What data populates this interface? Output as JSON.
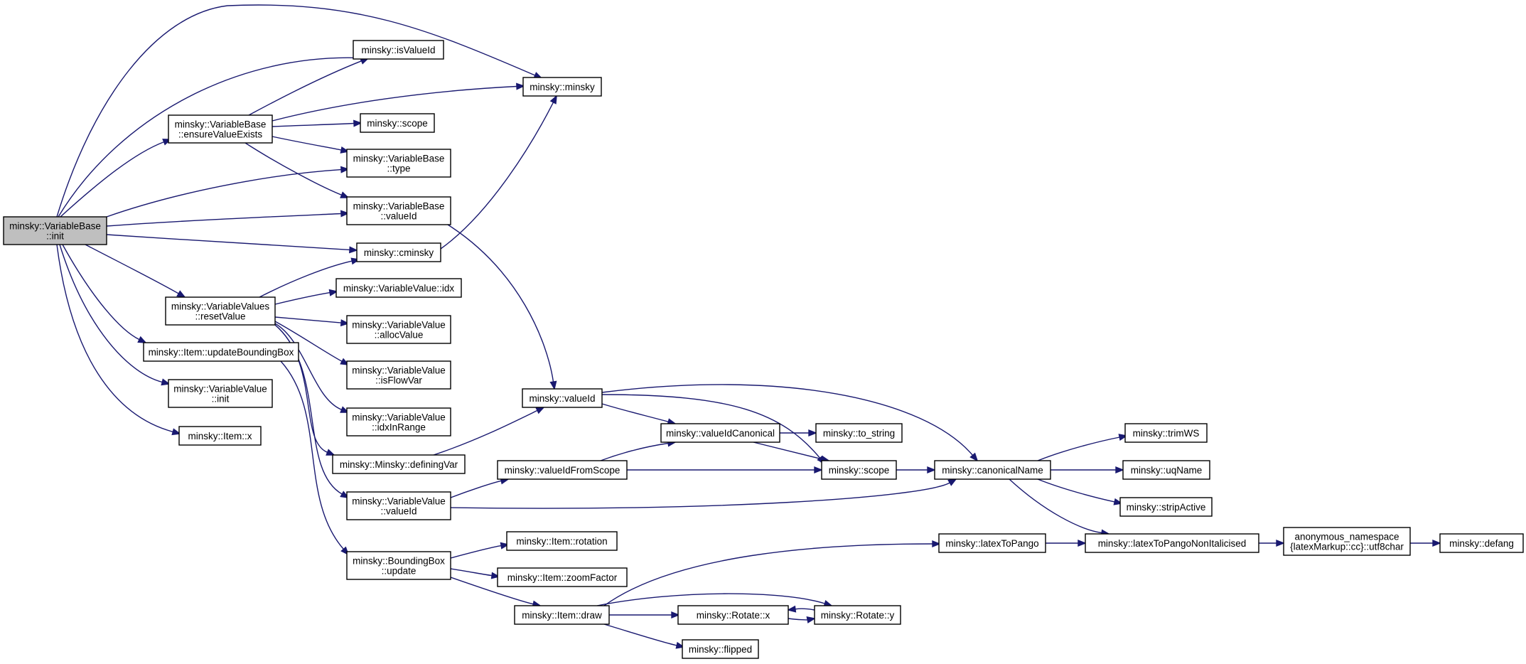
{
  "nodes": [
    {
      "id": "n_init",
      "lines": [
        "minsky::VariableBase",
        "::init"
      ],
      "root": true
    },
    {
      "id": "n_ensure",
      "lines": [
        "minsky::VariableBase",
        "::ensureValueExists"
      ]
    },
    {
      "id": "n_isValueId",
      "lines": [
        "minsky::isValueId"
      ]
    },
    {
      "id": "n_minsky",
      "lines": [
        "minsky::minsky"
      ]
    },
    {
      "id": "n_scope1",
      "lines": [
        "minsky::scope"
      ]
    },
    {
      "id": "n_vbtype",
      "lines": [
        "minsky::VariableBase",
        "::type"
      ]
    },
    {
      "id": "n_vbvalueId",
      "lines": [
        "minsky::VariableBase",
        "::valueId"
      ]
    },
    {
      "id": "n_cminsky",
      "lines": [
        "minsky::cminsky"
      ]
    },
    {
      "id": "n_reset",
      "lines": [
        "minsky::VariableValues",
        "::resetValue"
      ]
    },
    {
      "id": "n_idx",
      "lines": [
        "minsky::VariableValue::idx"
      ]
    },
    {
      "id": "n_alloc",
      "lines": [
        "minsky::VariableValue",
        "::allocValue"
      ]
    },
    {
      "id": "n_updBB",
      "lines": [
        "minsky::Item::updateBoundingBox"
      ]
    },
    {
      "id": "n_isFlow",
      "lines": [
        "minsky::VariableValue",
        "::isFlowVar"
      ]
    },
    {
      "id": "n_vvinit",
      "lines": [
        "minsky::VariableValue",
        "::init"
      ]
    },
    {
      "id": "n_idxRange",
      "lines": [
        "minsky::VariableValue",
        "::idxInRange"
      ]
    },
    {
      "id": "n_itemx",
      "lines": [
        "minsky::Item::x"
      ]
    },
    {
      "id": "n_defVar",
      "lines": [
        "minsky::Minsky::definingVar"
      ]
    },
    {
      "id": "n_vvvalueId",
      "lines": [
        "minsky::VariableValue",
        "::valueId"
      ]
    },
    {
      "id": "n_bbupdate",
      "lines": [
        "minsky::BoundingBox",
        "::update"
      ]
    },
    {
      "id": "n_valueId",
      "lines": [
        "minsky::valueId"
      ]
    },
    {
      "id": "n_vidCanon",
      "lines": [
        "minsky::valueIdCanonical"
      ]
    },
    {
      "id": "n_tostring",
      "lines": [
        "minsky::to_string"
      ]
    },
    {
      "id": "n_vidScope",
      "lines": [
        "minsky::valueIdFromScope"
      ]
    },
    {
      "id": "n_scope2",
      "lines": [
        "minsky::scope"
      ]
    },
    {
      "id": "n_canon",
      "lines": [
        "minsky::canonicalName"
      ]
    },
    {
      "id": "n_trimWS",
      "lines": [
        "minsky::trimWS"
      ]
    },
    {
      "id": "n_uqName",
      "lines": [
        "minsky::uqName"
      ]
    },
    {
      "id": "n_strip",
      "lines": [
        "minsky::stripActive"
      ]
    },
    {
      "id": "n_rotation",
      "lines": [
        "minsky::Item::rotation"
      ]
    },
    {
      "id": "n_zoom",
      "lines": [
        "minsky::Item::zoomFactor"
      ]
    },
    {
      "id": "n_draw",
      "lines": [
        "minsky::Item::draw"
      ]
    },
    {
      "id": "n_latex",
      "lines": [
        "minsky::latexToPango"
      ]
    },
    {
      "id": "n_latexNI",
      "lines": [
        "minsky::latexToPangoNonItalicised"
      ]
    },
    {
      "id": "n_utf8",
      "lines": [
        "anonymous_namespace",
        "{latexMarkup::cc}::utf8char"
      ]
    },
    {
      "id": "n_defang",
      "lines": [
        "minsky::defang"
      ]
    },
    {
      "id": "n_rotx",
      "lines": [
        "minsky::Rotate::x"
      ]
    },
    {
      "id": "n_roty",
      "lines": [
        "minsky::Rotate::y"
      ]
    },
    {
      "id": "n_flipped",
      "lines": [
        "minsky::flipped"
      ]
    }
  ],
  "edges": [
    [
      "n_init",
      "n_ensure"
    ],
    [
      "n_init",
      "n_isValueId"
    ],
    [
      "n_init",
      "n_minsky"
    ],
    [
      "n_init",
      "n_vbtype"
    ],
    [
      "n_init",
      "n_vbvalueId"
    ],
    [
      "n_init",
      "n_cminsky"
    ],
    [
      "n_init",
      "n_reset"
    ],
    [
      "n_init",
      "n_updBB"
    ],
    [
      "n_init",
      "n_vvinit"
    ],
    [
      "n_init",
      "n_itemx"
    ],
    [
      "n_ensure",
      "n_isValueId"
    ],
    [
      "n_ensure",
      "n_minsky"
    ],
    [
      "n_ensure",
      "n_scope1"
    ],
    [
      "n_ensure",
      "n_vbtype"
    ],
    [
      "n_ensure",
      "n_vbvalueId"
    ],
    [
      "n_vbvalueId",
      "n_valueId"
    ],
    [
      "n_cminsky",
      "n_minsky"
    ],
    [
      "n_reset",
      "n_cminsky"
    ],
    [
      "n_reset",
      "n_idx"
    ],
    [
      "n_reset",
      "n_alloc"
    ],
    [
      "n_reset",
      "n_isFlow"
    ],
    [
      "n_reset",
      "n_idxRange"
    ],
    [
      "n_reset",
      "n_defVar"
    ],
    [
      "n_reset",
      "n_vvvalueId"
    ],
    [
      "n_updBB",
      "n_bbupdate"
    ],
    [
      "n_defVar",
      "n_valueId"
    ],
    [
      "n_valueId",
      "n_vidCanon"
    ],
    [
      "n_valueId",
      "n_scope2"
    ],
    [
      "n_valueId",
      "n_canon"
    ],
    [
      "n_vidCanon",
      "n_tostring"
    ],
    [
      "n_vidCanon",
      "n_scope2"
    ],
    [
      "n_vvvalueId",
      "n_vidScope"
    ],
    [
      "n_vvvalueId",
      "n_canon"
    ],
    [
      "n_vidScope",
      "n_vidCanon"
    ],
    [
      "n_vidScope",
      "n_scope2"
    ],
    [
      "n_scope2",
      "n_canon"
    ],
    [
      "n_canon",
      "n_trimWS"
    ],
    [
      "n_canon",
      "n_uqName"
    ],
    [
      "n_canon",
      "n_strip"
    ],
    [
      "n_canon",
      "n_latexNI"
    ],
    [
      "n_bbupdate",
      "n_rotation"
    ],
    [
      "n_bbupdate",
      "n_zoom"
    ],
    [
      "n_bbupdate",
      "n_draw"
    ],
    [
      "n_draw",
      "n_latex"
    ],
    [
      "n_draw",
      "n_rotx"
    ],
    [
      "n_draw",
      "n_roty"
    ],
    [
      "n_draw",
      "n_flipped"
    ],
    [
      "n_latex",
      "n_latexNI"
    ],
    [
      "n_latexNI",
      "n_utf8"
    ],
    [
      "n_utf8",
      "n_defang"
    ],
    [
      "n_rotx",
      "n_roty"
    ],
    [
      "n_roty",
      "n_rotx"
    ]
  ]
}
